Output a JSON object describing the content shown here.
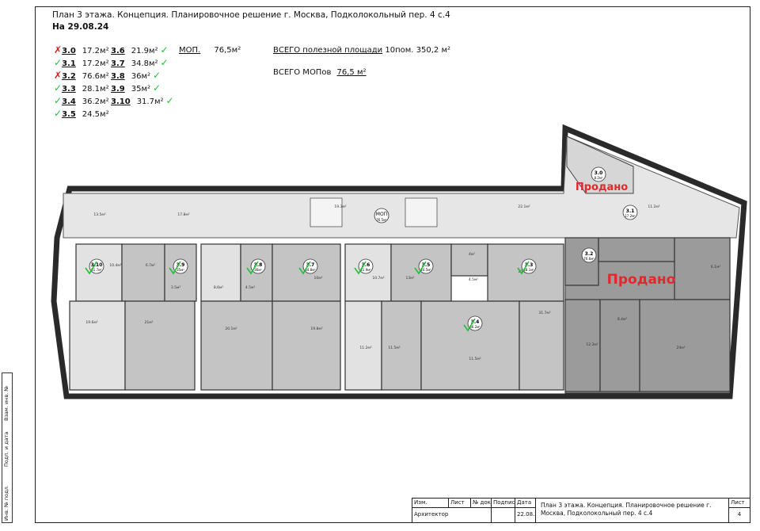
{
  "title": {
    "line1": "План 3 этажа. Концепция. Планировочное решение г. Москва, Подколокольный пер. 4 с.4",
    "line2": "На 29.08.24"
  },
  "legend": {
    "units": [
      {
        "code": "3.0",
        "area": "17.2м²",
        "mark": "x"
      },
      {
        "code": "3.1",
        "area": "17.2м²",
        "mark": "ok"
      },
      {
        "code": "3.2",
        "area": "76.6м²",
        "mark": "x"
      },
      {
        "code": "3.3",
        "area": "28.1м²",
        "mark": "ok"
      },
      {
        "code": "3.4",
        "area": "36.2м²",
        "mark": "ok"
      },
      {
        "code": "3.5",
        "area": "24.5м²",
        "mark": "ok"
      },
      {
        "code": "3.6",
        "area": "21.9м²",
        "mark": "ok"
      },
      {
        "code": "3.7",
        "area": "34.8м²",
        "mark": "ok"
      },
      {
        "code": "3.8",
        "area": "36м²",
        "mark": "ok"
      },
      {
        "code": "3.9",
        "area": "35м²",
        "mark": "ok"
      },
      {
        "code": "3.10",
        "area": "31.7м²",
        "mark": "ok"
      }
    ],
    "mop_label": "МОП.",
    "mop_value": "76,5м²",
    "total_useful_label": "ВСЕГО полезной площади",
    "total_useful_value": "10пом. 350,2 м²",
    "total_mop_label": "ВСЕГО МОПов",
    "total_mop_value": "76,5 м²"
  },
  "plan": {
    "units": [
      {
        "code": "3.0",
        "area": "8.2м²"
      },
      {
        "code": "3.1",
        "area": "17.2м²"
      },
      {
        "code": "3.2",
        "area": "76.6м²"
      },
      {
        "code": "3.3",
        "area": "28.1м²"
      },
      {
        "code": "3.4",
        "area": "36.2м²"
      },
      {
        "code": "3.5",
        "area": "24.5м²"
      },
      {
        "code": "3.6",
        "area": "21.9м²"
      },
      {
        "code": "3.7",
        "area": "34.8м²"
      },
      {
        "code": "3.8",
        "area": "36м²"
      },
      {
        "code": "3.9",
        "area": "35м²"
      },
      {
        "code": "3.10",
        "area": "31.7м²"
      }
    ],
    "mop_code": "МОП",
    "mop_area": "76.5м²",
    "sold_label": "Продано",
    "room_areas": [
      "13.5м²",
      "17.8м²",
      "19.3м²",
      "22.1м²",
      "11.2м²",
      "10.4м²",
      "6.7м²",
      "3.5м²",
      "8.6м²",
      "4.5м²",
      "10м²",
      "10.7м²",
      "13м²",
      "4м²",
      "4.5м²",
      "10.1м²",
      "11.5м²",
      "19.6м²",
      "21м²",
      "20.1м²",
      "19.8м²",
      "11.2м²",
      "11.5м²",
      "31.7м²",
      "12.3м²",
      "8.4м²",
      "6.1м²",
      "24м²"
    ]
  },
  "side_stamp": [
    "Взам. инв. №",
    "Подп. и дата",
    "Инв. № подл."
  ],
  "stamp": {
    "headers": [
      "Изм.",
      "Лист",
      "№ док.",
      "Подпись",
      "Дата"
    ],
    "role": "Архитектор",
    "date": "22.08.24",
    "description": "План 3 этажа. Концепция. Планировочное решение г. Москва, Подколокольный пер. 4 с.4",
    "sheet_label": "Лист",
    "sheet_number": "4"
  },
  "colors": {
    "check": "#22c03a",
    "cross": "#d41c1c",
    "sold": "#e0292b",
    "sold_fill": "#9b9b9b",
    "room_fill": "#c4c4c4",
    "corridor_fill": "#e6e6e6",
    "wall": "#2a2a2a"
  }
}
